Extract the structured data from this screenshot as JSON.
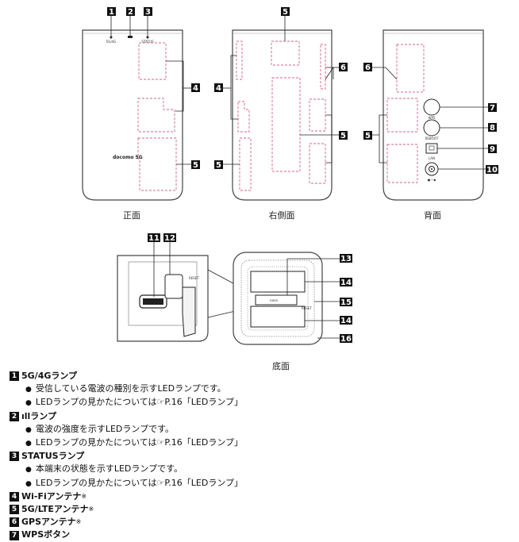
{
  "views": {
    "front": "正面",
    "right": "右側面",
    "back": "背面",
    "bottom": "底面"
  },
  "device_text": {
    "lamp_5g": "5G/4G",
    "lamp_status": "STATUS",
    "logo": "docomo 5G",
    "wps": "WPS",
    "reboot": "REBOOT",
    "lan": "LAN",
    "reset": "RESET",
    "nano": "nano"
  },
  "callouts": {
    "c1": "1",
    "c2": "2",
    "c3": "3",
    "c4": "4",
    "c5": "5",
    "c6": "6",
    "c7": "7",
    "c8": "8",
    "c9": "9",
    "c10": "10",
    "c11": "11",
    "c12": "12",
    "c13": "13",
    "c14": "14",
    "c15": "15",
    "c16": "16"
  },
  "legend": [
    {
      "num": "1",
      "title": "5G/4Gランプ",
      "descs": [
        "受信している電波の種別を示すLEDランプです。",
        "LEDランプの見かたについては☞P.16「LEDランプ」"
      ]
    },
    {
      "num": "2",
      "title": "ıllランプ",
      "descs": [
        "電波の強度を示すLEDランプです。",
        "LEDランプの見かたについては☞P.16「LEDランプ」"
      ]
    },
    {
      "num": "3",
      "title": "STATUSランプ",
      "descs": [
        "本端末の状態を示すLEDランプです。",
        "LEDランプの見かたについては☞P.16「LEDランプ」"
      ]
    },
    {
      "num": "4",
      "title": "Wi-Fiアンテナ",
      "note": "※"
    },
    {
      "num": "5",
      "title": "5G/LTEアンテナ",
      "note": "※"
    },
    {
      "num": "6",
      "title": "GPSアンテナ",
      "note": "※"
    },
    {
      "num": "7",
      "title": "WPSボタン"
    }
  ]
}
